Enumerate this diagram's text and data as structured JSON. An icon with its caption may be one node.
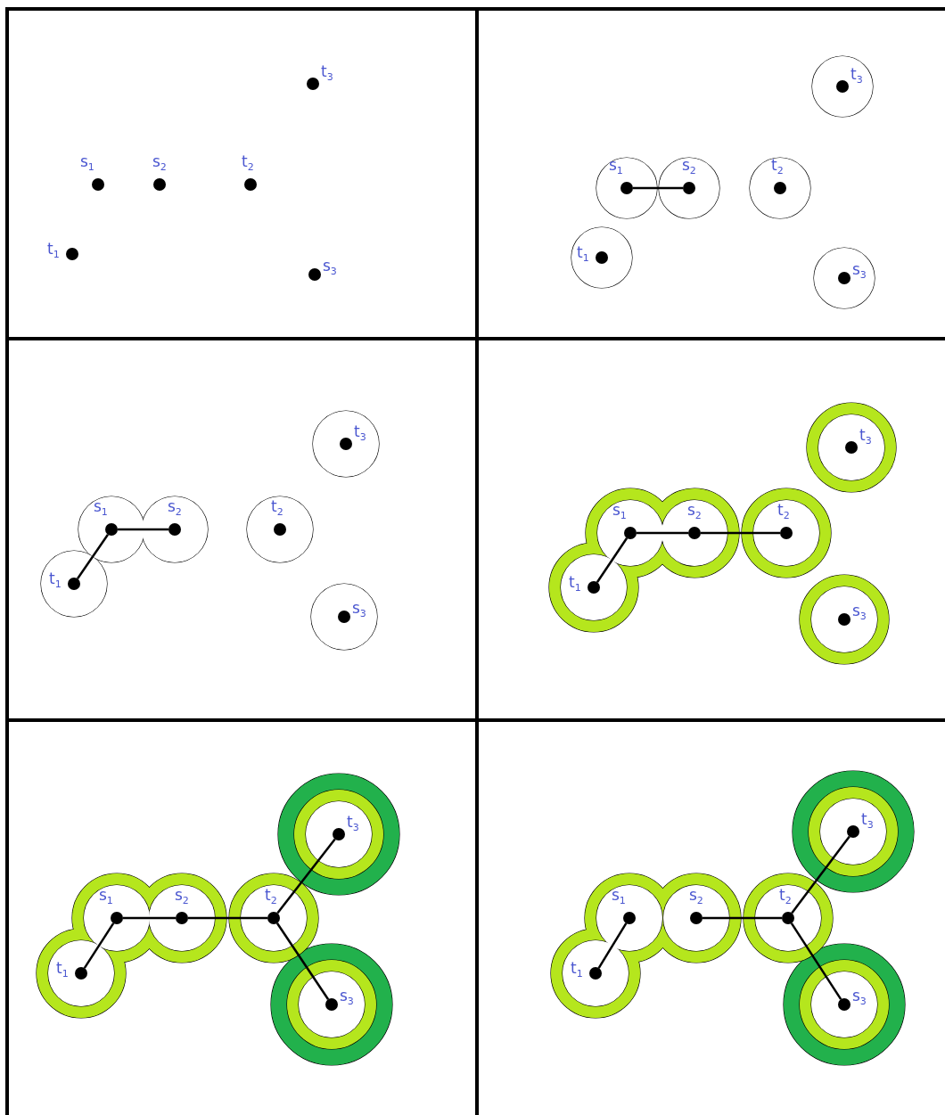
{
  "diagram": {
    "nodes": [
      {
        "text": [],
        "shape": "box"
      },
      {
        "text": [
          "t$_{3}$"
        ],
        "in": 0
      },
      {
        "text": [
          "s$_{1}$"
        ],
        "in": 0
      },
      {
        "text": [
          "s$_{2}$"
        ],
        "in": 0
      },
      {
        "text": [
          "t$_{2}$"
        ],
        "in": 0
      },
      {
        "text": [
          "t$_{1}$"
        ],
        "in": 0
      },
      {
        "text": [
          "s$_{3}$"
        ],
        "in": 0
      },
      {
        "text": [],
        "shape": "box"
      },
      {
        "text": [
          "t$_{3}$"
        ],
        "in": 7
      },
      {
        "text": [
          "s$_{1}$"
        ],
        "in": 7
      },
      {
        "text": [
          "s$_{2}$"
        ],
        "in": 7
      },
      {
        "text": [
          "t$_{2}$"
        ],
        "in": 7
      },
      {
        "text": [
          "t$_{1}$"
        ],
        "in": 7
      },
      {
        "text": [
          "s$_{3}$"
        ],
        "in": 7
      },
      {
        "text": [],
        "shape": "box"
      },
      {
        "text": [
          "t$_{3}$"
        ],
        "in": 14
      },
      {
        "text": [
          "s$_{1}$"
        ],
        "in": 14
      },
      {
        "text": [
          "s$_{2}$"
        ],
        "in": 14
      },
      {
        "text": [
          "t$_{2}$"
        ],
        "in": 14
      },
      {
        "text": [
          "t$_{1}$"
        ],
        "in": 14
      },
      {
        "text": [
          "s$_{3}$"
        ],
        "in": 14
      },
      {
        "text": [],
        "shape": "box"
      },
      {
        "text": [
          "t$_{3}$"
        ],
        "in": 21
      },
      {
        "text": [
          "s$_{1}$"
        ],
        "in": 21
      },
      {
        "text": [
          "s$_{2}$"
        ],
        "in": 21
      },
      {
        "text": [
          "t$_{2}$"
        ],
        "in": 21
      },
      {
        "text": [
          "t$_{1}$"
        ],
        "in": 21
      },
      {
        "text": [
          "s$_{3}$"
        ],
        "in": 21
      },
      {
        "text": [],
        "shape": "box"
      },
      {
        "text": [
          "t$_{3}$"
        ],
        "in": 28
      },
      {
        "text": [
          "s$_{1}$"
        ],
        "in": 28
      },
      {
        "text": [
          "s$_{2}$"
        ],
        "in": 28
      },
      {
        "text": [
          "t$_{2}$"
        ],
        "in": 28
      },
      {
        "text": [
          "t$_{1}$"
        ],
        "in": 28
      },
      {
        "text": [
          "s$_{3}$"
        ],
        "in": 28
      },
      {
        "text": [],
        "shape": "box"
      },
      {
        "text": [
          "t$_{3}$"
        ],
        "in": 35
      },
      {
        "text": [
          "s$_{1}$"
        ],
        "in": 35
      },
      {
        "text": [
          "s$_{2}$"
        ],
        "in": 35
      },
      {
        "text": [
          "t$_{2}$"
        ],
        "in": 35
      },
      {
        "text": [
          "t$_{1}$"
        ],
        "in": 35
      },
      {
        "text": [
          "s$_{3}$"
        ],
        "in": 35
      }
    ],
    "edges": [
      {
        "from": 9,
        "to": 10,
        "arrow": "none"
      },
      {
        "from": 16,
        "to": 17,
        "arrow": "none"
      },
      {
        "from": 16,
        "to": 19,
        "arrow": "none"
      },
      {
        "from": 23,
        "to": 24,
        "arrow": "none"
      },
      {
        "from": 23,
        "to": 26,
        "arrow": "none"
      },
      {
        "from": 24,
        "to": 25,
        "arrow": "none"
      },
      {
        "from": 30,
        "to": 31,
        "arrow": "none"
      },
      {
        "from": 30,
        "to": 33,
        "arrow": "none"
      },
      {
        "from": 31,
        "to": 32,
        "arrow": "none"
      },
      {
        "from": 32,
        "to": 29,
        "arrow": "none"
      },
      {
        "from": 32,
        "to": 34,
        "arrow": "none"
      },
      {
        "from": 37,
        "to": 40,
        "arrow": "none"
      },
      {
        "from": 38,
        "to": 39,
        "arrow": "none"
      },
      {
        "from": 39,
        "to": 36,
        "arrow": "none"
      },
      {
        "from": 39,
        "to": 41,
        "arrow": "none"
      }
    ]
  }
}
